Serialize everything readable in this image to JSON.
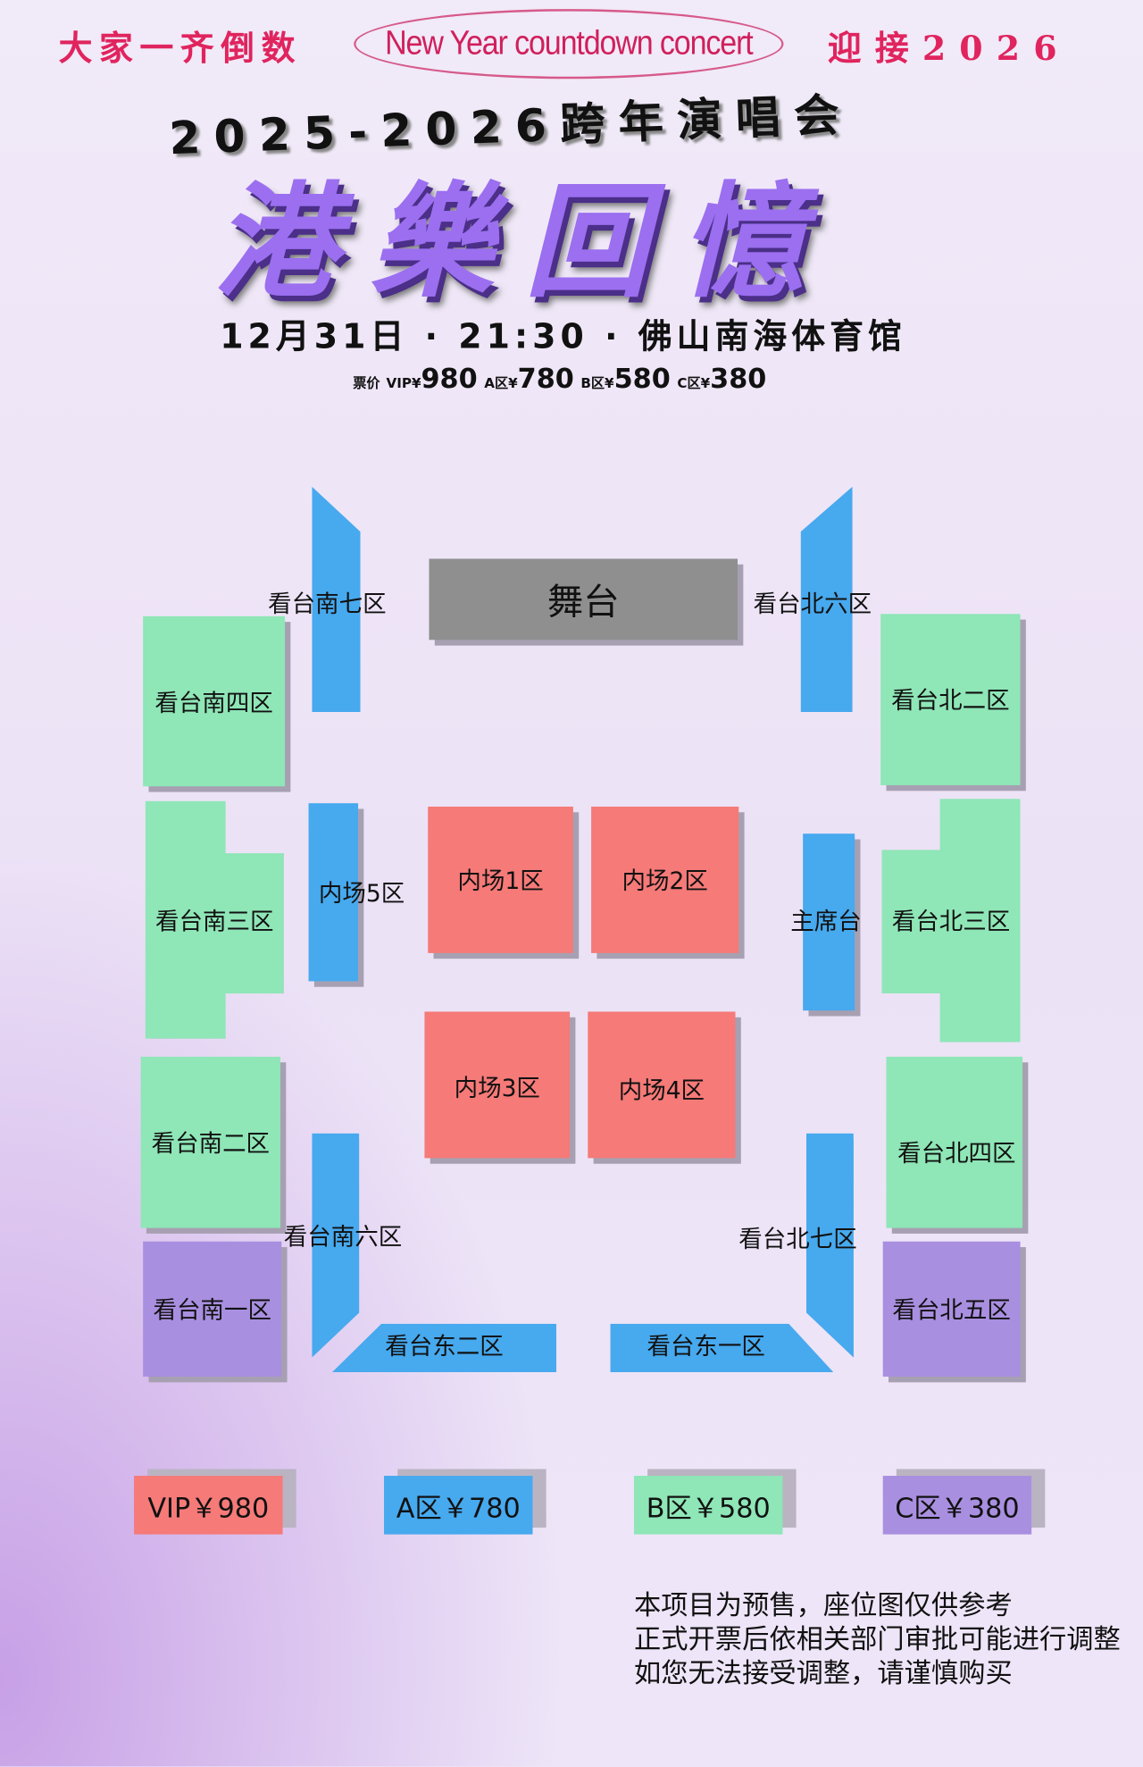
{
  "header": {
    "left": "大家一齐倒数",
    "oval": "New Year countdown concert",
    "right": "迎接2026"
  },
  "title": {
    "subtitle": "2025-2026跨年演唱会",
    "main": "港樂回憶",
    "info": "12月31日 · 21:30 · 佛山南海体育馆"
  },
  "price_line": {
    "label": "票价",
    "vip_label": "VIP¥",
    "vip": "980",
    "a_label": "A区¥",
    "a": "780",
    "b_label": "B区¥",
    "b": "580",
    "c_label": "C区¥",
    "c": "380"
  },
  "map": {
    "stage": "舞台",
    "south7": "看台南七区",
    "north6": "看台北六区",
    "south4": "看台南四区",
    "north2": "看台北二区",
    "south3": "看台南三区",
    "inner5": "内场5区",
    "inner1": "内场1区",
    "inner2": "内场2区",
    "vip_stand": "主席台",
    "north3": "看台北三区",
    "inner3": "内场3区",
    "inner4": "内场4区",
    "south2": "看台南二区",
    "north4": "看台北四区",
    "south6": "看台南六区",
    "north7": "看台北七区",
    "south1": "看台南一区",
    "north5": "看台北五区",
    "east2": "看台东二区",
    "east1": "看台东一区"
  },
  "legend": [
    {
      "label": "VIP￥980",
      "color": "#f57a78"
    },
    {
      "label": "A区￥780",
      "color": "#47a9ee"
    },
    {
      "label": "B区￥580",
      "color": "#8fe6b7"
    },
    {
      "label": "C区￥380",
      "color": "#a98fe0"
    }
  ],
  "notes": [
    "本项目为预售，座位图仅供参考",
    "正式开票后依相关部门审批可能进行调整",
    "如您无法接受调整，请谨慎购买"
  ]
}
